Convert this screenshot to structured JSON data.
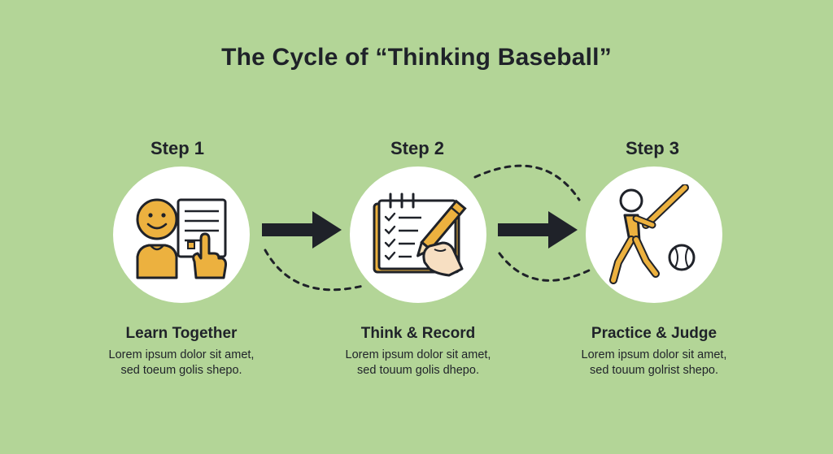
{
  "title": "The Cycle of “Thinking Baseball”",
  "colors": {
    "background": "#b3d597",
    "accent": "#ecb13f",
    "ink": "#1f2229",
    "circle": "#ffffff"
  },
  "steps": [
    {
      "label": "Step 1",
      "heading": "Learn Together",
      "desc_line1": "Lorem ipsum dolor sit amet,",
      "desc_line2": "sed toeum golis shepo.",
      "icon": "smiling-person-with-board-icon"
    },
    {
      "label": "Step 2",
      "heading": "Think & Record",
      "desc_line1": "Lorem ipsum dolor sit amet,",
      "desc_line2": "sed touum golis dhepo.",
      "icon": "notebook-with-pencil-icon"
    },
    {
      "label": "Step 3",
      "heading": "Practice & Judge",
      "desc_line1": "Lorem ipsum dolor sit amet,",
      "desc_line2": "sed touum golrist shepo.",
      "icon": "batter-with-baseball-icon"
    }
  ],
  "connectors": [
    "right-arrow-icon",
    "right-arrow-icon"
  ]
}
